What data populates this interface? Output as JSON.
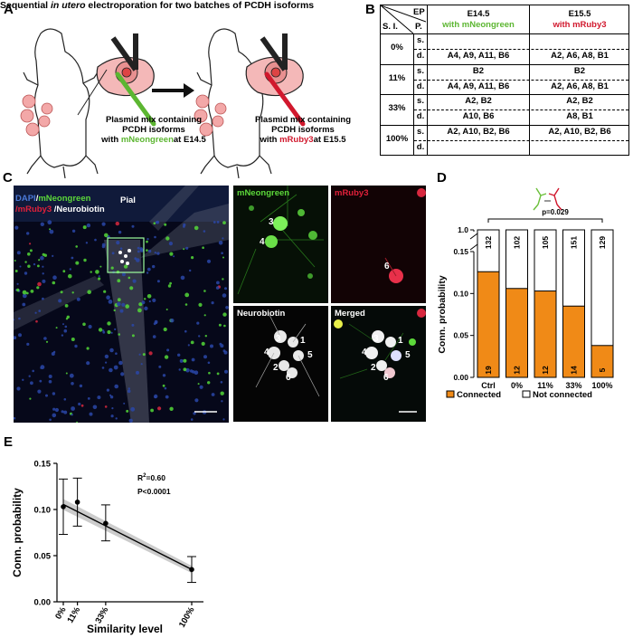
{
  "panel_a": {
    "letter": "A",
    "title_pre": "Sequential ",
    "title_em": "in utero",
    "title_post": " electroporation for two batches of PCDH isoforms",
    "left_caption": {
      "l1": "Plasmid mix containing",
      "l2": "PCDH isoforms",
      "l3a": "with ",
      "l3b": "mNeongreen",
      "l3c": "at E14.5"
    },
    "right_caption": {
      "l1": "Plasmid mix containing",
      "l2": "PCDH isoforms",
      "l3a": "with ",
      "l3b": "mRuby3",
      "l3c": "at E15.5"
    }
  },
  "panel_b": {
    "letter": "B",
    "corner": {
      "ep": "EP",
      "si": "S. I.",
      "p": "P."
    },
    "col1": {
      "age": "E14.5",
      "with": "with mNeongreen"
    },
    "col2": {
      "age": "E15.5",
      "with": "with mRuby3"
    },
    "rows": [
      {
        "level": "0%",
        "s1": "",
        "d1": "A4, A9, A11, B6",
        "s2": "",
        "d2": "A2, A6, A8, B1"
      },
      {
        "level": "11%",
        "s1": "B2",
        "d1": "A4, A9, A11, B6",
        "s2": "B2",
        "d2": "A2, A6, A8, B1"
      },
      {
        "level": "33%",
        "s1": "A2, B2",
        "d1": "A10, B6",
        "s2": "A2, B2",
        "d2": "A8, B1"
      },
      {
        "level": "100%",
        "s1": "A2, A10, B2, B6",
        "d1": "",
        "s2": "A2, A10, B2, B6",
        "d2": ""
      }
    ],
    "s_label": "s.",
    "d_label": "d."
  },
  "panel_c": {
    "letter": "C",
    "main": {
      "dapi": "DAPI",
      "sep1": "/",
      "mneon": "mNeongreen",
      "mruby": "/mRuby3",
      "neuro": " /Neurobiotin",
      "pial": "Pial"
    },
    "tiles": {
      "mneon": "mNeongreen",
      "mruby": "mRuby3",
      "neuro": "Neurobiotin",
      "merged": "Merged"
    },
    "nums": {
      "n1": "1",
      "n2": "2",
      "n3": "3",
      "n4": "4",
      "n5": "5",
      "n6": "6"
    }
  },
  "panel_d": {
    "letter": "D",
    "pvalue": "p=0.029",
    "legend_connected": "Connected",
    "legend_not": "Not connected",
    "colors": {
      "connected": "#f08a17",
      "not_connected": "#ffffff"
    }
  },
  "panel_e": {
    "letter": "E",
    "r2_a": "R",
    "r2_sup": "2",
    "r2_b": "=0.60",
    "p": "P<0.0001"
  },
  "chart_data": [
    {
      "type": "bar",
      "categories": [
        "Ctrl",
        "0%",
        "11%",
        "33%",
        "100%"
      ],
      "series": [
        {
          "name": "Connected",
          "values": [
            0.126,
            0.106,
            0.103,
            0.085,
            0.038
          ]
        }
      ],
      "connected_counts": [
        "19",
        "12",
        "12",
        "14",
        "5"
      ],
      "totals": [
        "132",
        "102",
        "105",
        "151",
        "129"
      ],
      "ylabel": "Conn. probability",
      "yticks": [
        "0.00",
        "0.05",
        "0.10",
        "0.15"
      ],
      "ytop_label": "1.0",
      "ylim": [
        0,
        0.15
      ]
    },
    {
      "type": "scatter",
      "x": [
        0,
        11,
        33,
        100
      ],
      "x_labels": [
        "0%",
        "11%",
        "33%",
        "100%"
      ],
      "y": [
        0.103,
        0.108,
        0.085,
        0.035
      ],
      "err_low": [
        0.073,
        0.082,
        0.066,
        0.021
      ],
      "err_high": [
        0.133,
        0.134,
        0.105,
        0.049
      ],
      "fit": {
        "x0": 0,
        "y0": 0.1055,
        "x1": 100,
        "y1": 0.035
      },
      "xlabel": "Similarity level",
      "ylabel": "Conn. probability",
      "yticks": [
        "0.00",
        "0.05",
        "0.10",
        "0.15"
      ],
      "ylim": [
        0,
        0.15
      ]
    }
  ]
}
